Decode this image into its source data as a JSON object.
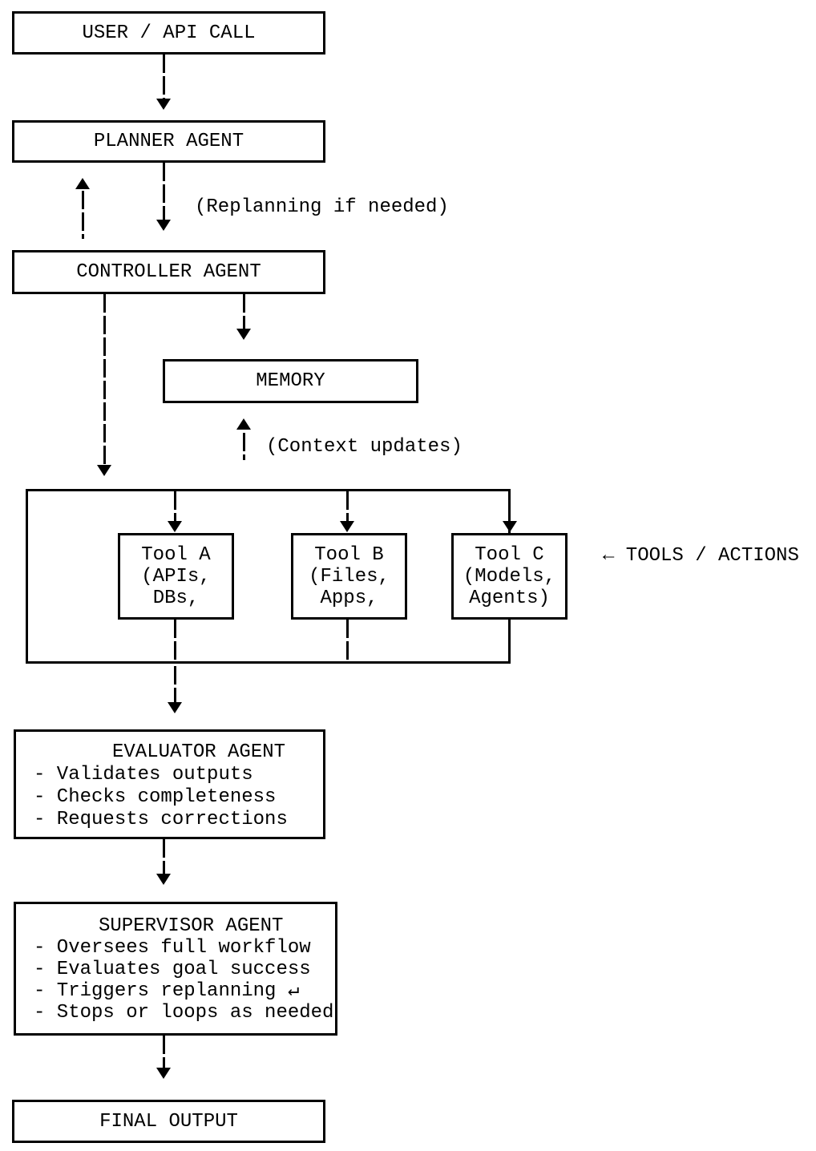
{
  "diagram": {
    "nodes": {
      "user": {
        "label": "USER / API CALL"
      },
      "planner": {
        "label": "PLANNER AGENT"
      },
      "controller": {
        "label": "CONTROLLER AGENT"
      },
      "memory": {
        "label": "MEMORY"
      },
      "tool_a": {
        "lines": [
          "Tool A",
          "(APIs,",
          "DBs,"
        ]
      },
      "tool_b": {
        "lines": [
          "Tool B",
          "(Files,",
          "Apps,"
        ]
      },
      "tool_c": {
        "lines": [
          "Tool C",
          "(Models,",
          "Agents)"
        ]
      },
      "evaluator": {
        "title": "EVALUATOR AGENT",
        "bullets": [
          "- Validates outputs",
          "- Checks completeness",
          "- Requests corrections"
        ]
      },
      "supervisor": {
        "title": "SUPERVISOR AGENT",
        "bullets": [
          "- Oversees full workflow",
          "- Evaluates goal success",
          "- Triggers replanning ↵",
          "- Stops or loops as needed"
        ]
      },
      "final": {
        "label": "FINAL OUTPUT"
      }
    },
    "labels": {
      "replanning": "(Replanning if needed)",
      "context_updates": "(Context updates)",
      "tools_actions": "← TOOLS / ACTIONS"
    },
    "colors": {
      "ink": "#000000",
      "background": "#ffffff"
    }
  }
}
